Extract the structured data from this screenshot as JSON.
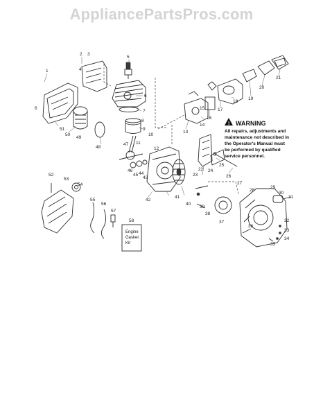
{
  "header": {
    "site_title": "AppliancePartsPros.com"
  },
  "diagram": {
    "callouts": [
      {
        "id": "c1",
        "text": "1"
      },
      {
        "id": "c2",
        "text": "2"
      },
      {
        "id": "c3",
        "text": "3"
      },
      {
        "id": "c4",
        "text": "4"
      },
      {
        "id": "c5",
        "text": "5"
      },
      {
        "id": "c6",
        "text": "6"
      },
      {
        "id": "c7",
        "text": "7"
      },
      {
        "id": "c8",
        "text": "8"
      },
      {
        "id": "c9",
        "text": "9"
      },
      {
        "id": "c10",
        "text": "10"
      },
      {
        "id": "c11",
        "text": "11"
      },
      {
        "id": "c12",
        "text": "12"
      },
      {
        "id": "c13",
        "text": "13"
      },
      {
        "id": "c14",
        "text": "14"
      },
      {
        "id": "c15",
        "text": "15"
      },
      {
        "id": "c16",
        "text": "16"
      },
      {
        "id": "c17",
        "text": "17"
      },
      {
        "id": "c18",
        "text": "18"
      },
      {
        "id": "c19",
        "text": "19"
      },
      {
        "id": "c20",
        "text": "20"
      },
      {
        "id": "c21",
        "text": "21"
      },
      {
        "id": "c22",
        "text": "22"
      },
      {
        "id": "c23",
        "text": "23"
      },
      {
        "id": "c24",
        "text": "24"
      },
      {
        "id": "c25",
        "text": "25"
      },
      {
        "id": "c26",
        "text": "26"
      },
      {
        "id": "c27",
        "text": "27"
      },
      {
        "id": "c28",
        "text": "28"
      },
      {
        "id": "c29",
        "text": "29"
      },
      {
        "id": "c30",
        "text": "30"
      },
      {
        "id": "c31",
        "text": "31"
      },
      {
        "id": "c32",
        "text": "32"
      },
      {
        "id": "c33",
        "text": "33"
      },
      {
        "id": "c34",
        "text": "34"
      },
      {
        "id": "c35",
        "text": "35"
      },
      {
        "id": "c36",
        "text": "36"
      },
      {
        "id": "c37",
        "text": "37"
      },
      {
        "id": "c38",
        "text": "38"
      },
      {
        "id": "c39",
        "text": "39"
      },
      {
        "id": "c40",
        "text": "40"
      },
      {
        "id": "c41",
        "text": "41"
      },
      {
        "id": "c42",
        "text": "42"
      },
      {
        "id": "c43",
        "text": "43"
      },
      {
        "id": "c44",
        "text": "44"
      },
      {
        "id": "c45",
        "text": "45"
      },
      {
        "id": "c46",
        "text": "46"
      },
      {
        "id": "c47",
        "text": "47"
      },
      {
        "id": "c48",
        "text": "48"
      },
      {
        "id": "c49",
        "text": "49"
      },
      {
        "id": "c50",
        "text": "50"
      },
      {
        "id": "c51",
        "text": "51"
      },
      {
        "id": "c52",
        "text": "52"
      },
      {
        "id": "c53",
        "text": "53"
      },
      {
        "id": "c54",
        "text": "54"
      },
      {
        "id": "c55",
        "text": "55"
      },
      {
        "id": "c56",
        "text": "56"
      },
      {
        "id": "c57",
        "text": "57"
      },
      {
        "id": "c58",
        "text": "58"
      },
      {
        "id": "c6b",
        "text": "6"
      }
    ],
    "warning": {
      "title": "WARNING",
      "lines": [
        "All repairs, adjustments and",
        "maintenance not described in",
        "the Operator's Manual must",
        "be performed by qualified",
        "service personnel."
      ]
    },
    "kit_label": [
      "Engine",
      "Gasket",
      "Kit"
    ]
  }
}
